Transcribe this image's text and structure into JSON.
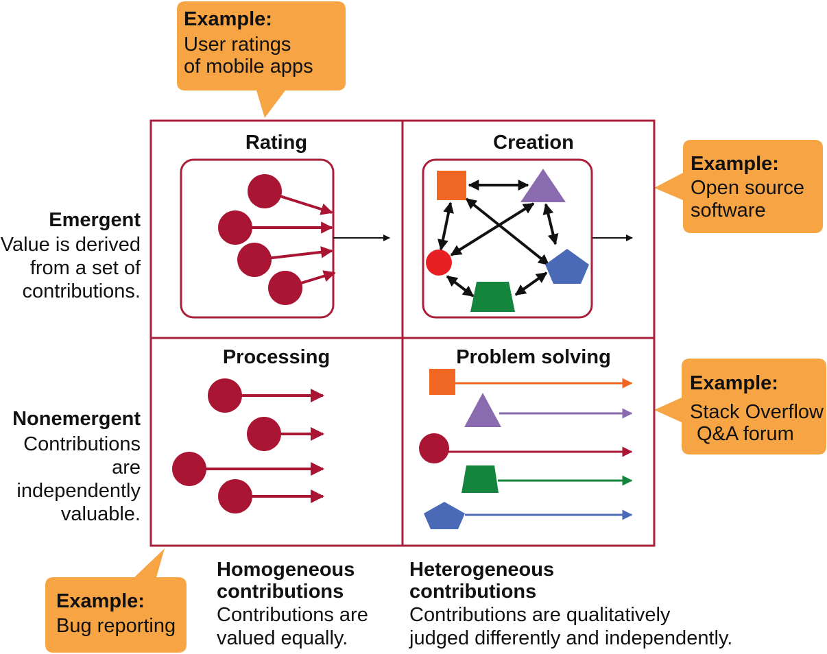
{
  "colors": {
    "frame": "#aa1f3a",
    "callout": "#f7a444",
    "dot": "#aa1533",
    "orange": "#ef6722",
    "purple": "#8a6bb0",
    "red": "#e82024",
    "blue": "#4a69b6",
    "green": "#14853d",
    "black": "#111111"
  },
  "quadrants": {
    "rating": {
      "title": "Rating"
    },
    "creation": {
      "title": "Creation"
    },
    "processing": {
      "title": "Processing"
    },
    "problem_solving": {
      "title": "Problem solving"
    }
  },
  "rows": {
    "emergent": {
      "heading": "Emergent",
      "lines": [
        "Value is derived",
        "from a set of",
        "contributions."
      ]
    },
    "nonemergent": {
      "heading": "Nonemergent",
      "lines": [
        "Contributions",
        "are",
        "independently",
        "valuable."
      ]
    }
  },
  "columns": {
    "homogeneous": {
      "heading_lines": [
        "Homogeneous",
        "contributions"
      ],
      "lines": [
        "Contributions are",
        "valued equally."
      ]
    },
    "heterogeneous": {
      "heading_lines": [
        "Heterogeneous",
        "contributions"
      ],
      "lines": [
        "Contributions are qualitatively",
        "judged differently and independently."
      ]
    }
  },
  "callouts": {
    "rating": {
      "label": "Example:",
      "lines": [
        "User ratings",
        "of mobile apps"
      ]
    },
    "creation": {
      "label": "Example:",
      "lines": [
        "Open source",
        "software"
      ]
    },
    "problem_solving": {
      "label": "Example:",
      "lines": [
        "Stack Overflow",
        "Q&A forum"
      ]
    },
    "processing": {
      "label": "Example:",
      "lines": [
        "Bug reporting"
      ]
    }
  }
}
